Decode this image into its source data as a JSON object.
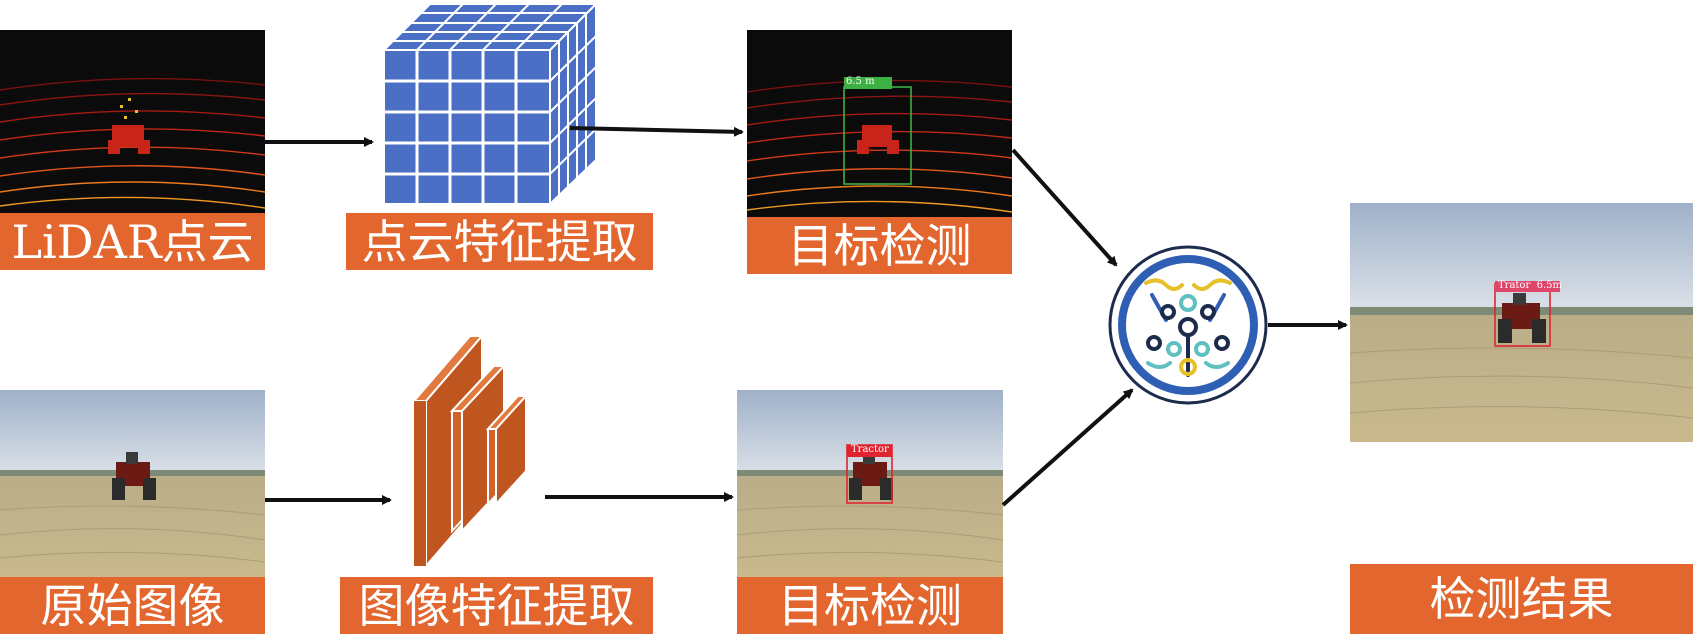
{
  "labels": {
    "lidar": "LiDAR点云",
    "pc_feature": "点云特征提取",
    "detect_top": "目标检测",
    "raw_image": "原始图像",
    "img_feature": "图像特征提取",
    "detect_bottom": "目标检测",
    "result": "检测结果"
  },
  "box_labels": {
    "lidar_distance": "6.5 m",
    "image_class": "Tractor",
    "result_tag": "Trator  6.5m"
  },
  "colors": {
    "label_bg": "#e2662d",
    "cube_blue": "#4a6fc4",
    "layer_orange": "#d2622a",
    "arrow": "#111111",
    "box_green": "#3cb043",
    "box_red": "#e0242f",
    "fusion_ring": "#2f5fb5"
  },
  "icons": [
    "point-cloud-image",
    "feature-cube-icon",
    "cnn-layers-icon",
    "fusion-network-icon",
    "tractor-photo"
  ]
}
